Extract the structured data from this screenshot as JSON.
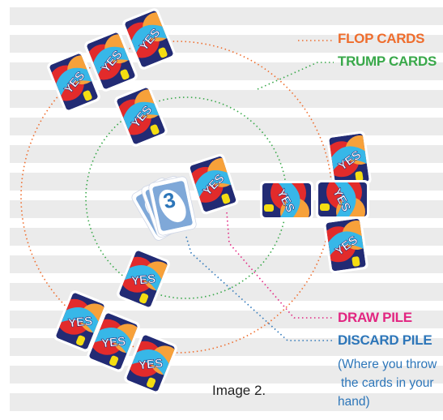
{
  "labels": {
    "flop_cards": "FLOP CARDS",
    "trump_cards": "TRUMP CARDS",
    "draw_pile": "DRAW PILE",
    "discard_pile": "DISCARD PILE",
    "discard_note_1": "(Where you throw",
    "discard_note_2": "the cards in your",
    "discard_note_3": "hand)",
    "caption": "Image 2."
  },
  "card": {
    "logo": "YES",
    "discard_face_value": "3"
  },
  "colors": {
    "flop": "#ef6d2d",
    "trump": "#39a84a",
    "draw": "#e22581",
    "discard": "#2d76b9",
    "card_navy": "#222b74",
    "card_red": "#e22b2b",
    "card_orange": "#f7a13a",
    "card_cyan": "#37b7e8",
    "card_yellow": "#f4dd12"
  }
}
